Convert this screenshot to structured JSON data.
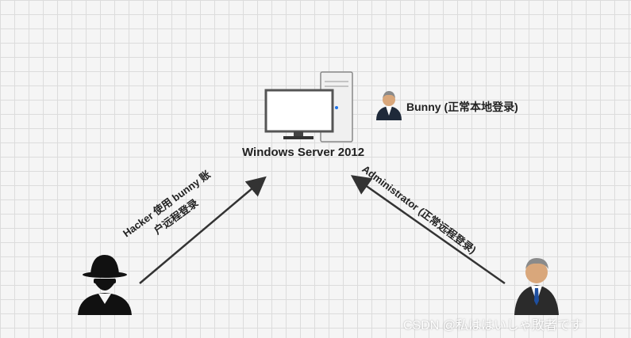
{
  "diagram": {
    "server": {
      "label": "Windows Server 2012",
      "icon": "server-computer-icon"
    },
    "bunny": {
      "label": "Bunny (正常本地登录)",
      "icon": "user-avatar-icon"
    },
    "hacker": {
      "label_line1": "Hacker 使用 bunny 账",
      "label_line2": "户远程登录",
      "icon": "hacker-icon"
    },
    "admin": {
      "label_line1": "Administrator (正常远程登录)",
      "icon": "administrator-user-icon"
    }
  },
  "watermark": "CSDN @私ははいしゃ敗者です",
  "colors": {
    "arrow": "#333333",
    "grid": "#dcdcdc",
    "background": "#f5f5f5"
  }
}
